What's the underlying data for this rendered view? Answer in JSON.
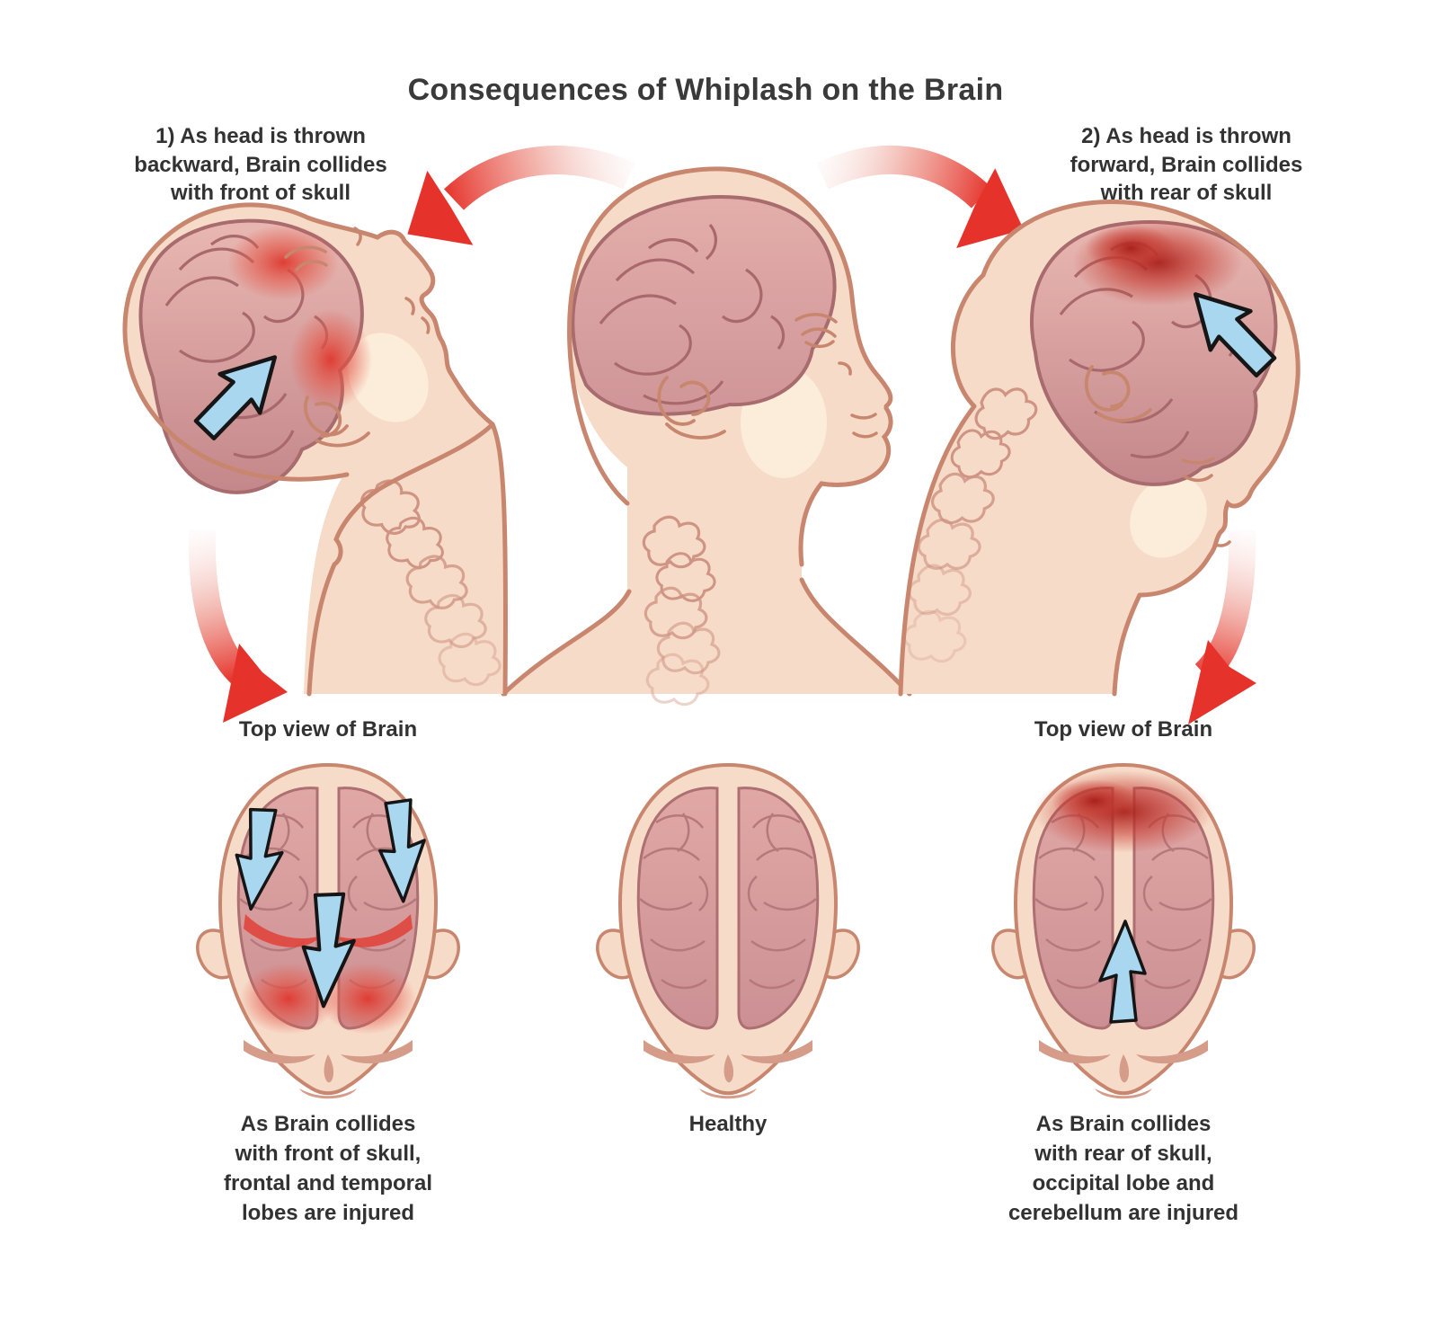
{
  "title": "Consequences of Whiplash on the Brain",
  "annotations": {
    "backward": "1) As head is thrown\nbackward, Brain collides\nwith front of skull",
    "forward": "2) As head is thrown\nforward, Brain collides\nwith rear of skull"
  },
  "top_views": {
    "left_label": "Top view of Brain",
    "right_label": "Top view of Brain"
  },
  "captions": {
    "front_impact": "As Brain collides\nwith front of skull,\nfrontal and temporal\nlobes are injured",
    "healthy": "Healthy",
    "rear_impact": "As Brain collides\nwith rear of skull,\noccipital lobe and\ncerebellum are injured"
  },
  "icons": {
    "whiplash_motion": "curved-red-arrow-icon",
    "impact_direction": "blue-impact-arrow-icon",
    "injury_strike": "blue-bolt-arrow-icon"
  },
  "colors": {
    "background": "#ffffff",
    "text": "#323232",
    "skin": "#f7dbc9",
    "skin_outline": "#c8866f",
    "skin_shadow": "#d59d89",
    "brain": "#dfa6a4",
    "brain_outline": "#a86b6e",
    "gyri_line": "#a9696c",
    "injury_red": "#df382e",
    "injury_dark_red": "#a81f1a",
    "motion_arrow_red": "#e63a32",
    "impact_arrow_blue": "#a9d7ef",
    "impact_arrow_outline": "#161616",
    "vertebra_line": "#cf9483"
  }
}
